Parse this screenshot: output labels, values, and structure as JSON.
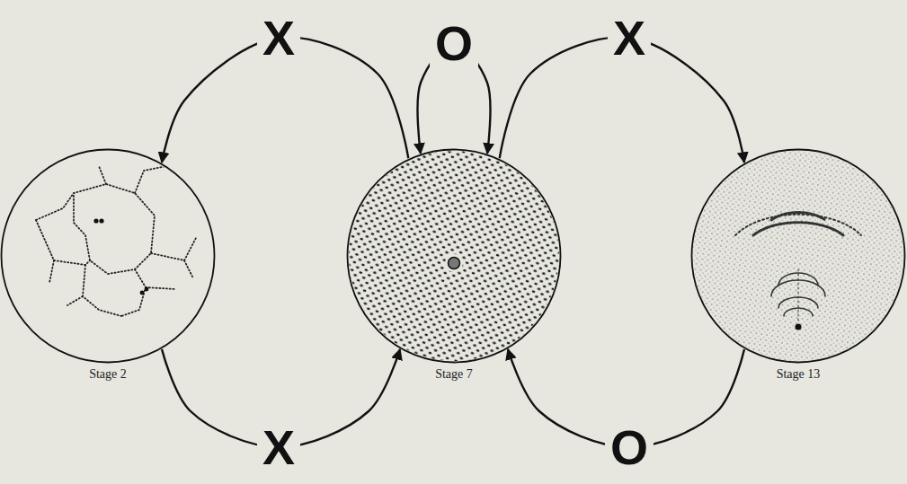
{
  "diagram": {
    "nodes": [
      {
        "text": [
          "Stage 2"
        ]
      },
      {
        "text": [
          "Stage 7"
        ]
      },
      {
        "text": [
          "Stage 13"
        ]
      }
    ],
    "edges": [
      {
        "from": 1,
        "to": 0,
        "arrow": "to",
        "label": "X"
      },
      {
        "from": 1,
        "to": 1,
        "arrow": "both",
        "label": "O"
      },
      {
        "from": 1,
        "to": 2,
        "arrow": "to",
        "label": "X"
      },
      {
        "from": 0,
        "to": 1,
        "arrow": "to",
        "label": "X"
      },
      {
        "from": 2,
        "to": 1,
        "arrow": "to",
        "label": "O"
      }
    ]
  }
}
